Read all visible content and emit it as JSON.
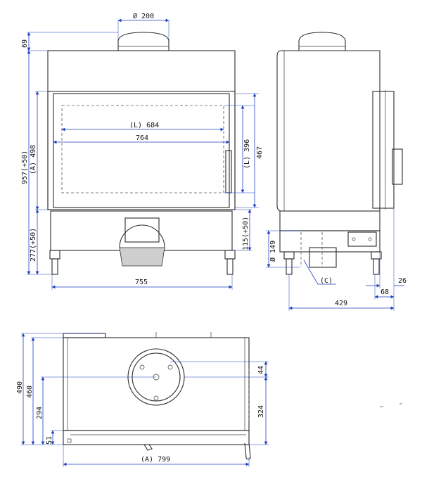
{
  "front_view": {
    "flue_diameter": "Ø 200",
    "height_top": "69",
    "total_height": "957(+50)",
    "height_a": "(A) 498",
    "glass_width_l": "(L) 684",
    "opening_width": "764",
    "glass_height_l": "(L) 396",
    "opening_height": "467",
    "base_height": "277(+50)",
    "leg_height": "115(+50)",
    "total_width": "755"
  },
  "side_view": {
    "air_inlet_diameter": "Ø 149",
    "connector_label": "(C)",
    "depth_total": "429",
    "offset_68": "68",
    "offset_26": "26"
  },
  "top_view": {
    "depth_490": "490",
    "depth_460": "460",
    "depth_294": "294",
    "depth_51": "51",
    "offset_44": "44",
    "depth_324": "324",
    "width_a": "(A) 799"
  }
}
